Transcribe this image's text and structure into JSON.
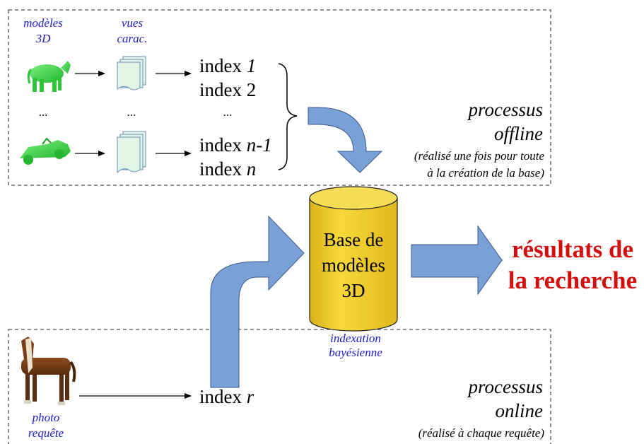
{
  "offline": {
    "label_models": [
      "modèles",
      "3D"
    ],
    "label_views": [
      "vues",
      "carac."
    ],
    "index_1_prefix": "index ",
    "index_1_var": "1",
    "index_2": "index 2",
    "index_n1_prefix": "index ",
    "index_n1_var": "n-1",
    "index_n_prefix": "index ",
    "index_n_var": "n",
    "ellipsis": "...",
    "process_title": [
      "processus",
      "offline"
    ],
    "process_note": [
      "(réalisé une fois pour toute",
      "à la création de la base)"
    ]
  },
  "database": {
    "label": [
      "Base de",
      "modèles",
      "3D"
    ],
    "caption": [
      "indexation",
      "bayésienne"
    ]
  },
  "results": {
    "label": [
      "résultats de",
      "la recherche"
    ]
  },
  "online": {
    "index_r_prefix": "index ",
    "index_r_var": "r",
    "photo_label": [
      "photo",
      "requête"
    ],
    "process_title": [
      "processus",
      "online"
    ],
    "process_note": "(réalisé à chaque requête)"
  },
  "colors": {
    "arrow_fill": "#7aa0d8",
    "cylinder_fill": "#f2cf2d",
    "model_green": "#3fd64a",
    "doc_fill": "#e3f5e7",
    "result_red": "#d40f0f",
    "caption_blue": "#1c1ccf"
  }
}
